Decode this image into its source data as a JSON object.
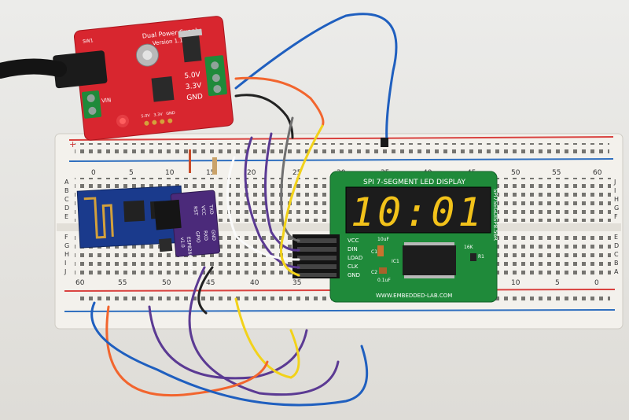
{
  "colors": {
    "background": "#e9e8e4",
    "breadboard": "#f3f1ec",
    "pcb_red": "#d8262f",
    "pcb_green": "#1f8a3a",
    "display_digit": "#f2c21a",
    "rail_red": "#d9423f",
    "rail_blue": "#2f6fbf"
  },
  "power_board": {
    "title": "Dual Power Supply",
    "version": "Version 1.1",
    "out1": "5.0V",
    "out2": "3.3V",
    "gnd": "GND",
    "vin": "VIN",
    "pin_labels": [
      "5.0V",
      "3.3V",
      "GND"
    ],
    "sw": "SW1"
  },
  "esp_adapter": {
    "title": "ESP8266 Adapter",
    "version": "v1.0",
    "pins": [
      "RST",
      "VCC",
      "TXD",
      "RXD",
      "GND",
      "GPIO"
    ]
  },
  "display_board": {
    "title": "SPI 7-SEGMENT LED DISPLAY",
    "digits": "10:01",
    "side_label": "SPI7SEGDISP8.56R",
    "pin_labels": [
      "VCC",
      "DIN",
      "LOAD",
      "CLK",
      "GND"
    ],
    "parts": [
      "C1",
      "10uF",
      "C2",
      "0.1uF",
      "IC1",
      "R1",
      "16K"
    ],
    "url": "WWW.EMBEDDED-LAB.COM"
  },
  "breadboard": {
    "top_numbers": [
      "0",
      "5",
      "10",
      "15",
      "20",
      "25",
      "30",
      "35",
      "40",
      "45",
      "50",
      "55",
      "60"
    ],
    "bottom_numbers": [
      "60",
      "55",
      "50",
      "45",
      "40",
      "35",
      "30",
      "25",
      "20",
      "15",
      "10",
      "5",
      "0"
    ],
    "rows_top": [
      "A",
      "B",
      "C",
      "D",
      "E"
    ],
    "rows_bottom": [
      "F",
      "G",
      "H",
      "I",
      "J"
    ],
    "rows_top_right": [
      "J",
      "I",
      "H",
      "G",
      "F"
    ],
    "rows_bottom_right": [
      "E",
      "D",
      "C",
      "B",
      "A"
    ],
    "rail_plus": "+",
    "rail_minus": "−"
  }
}
